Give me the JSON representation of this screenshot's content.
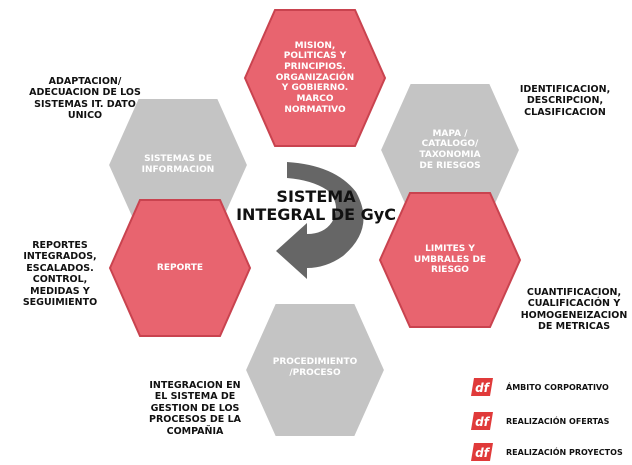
{
  "colors": {
    "red": "#E8646F",
    "red_border": "#C9434F",
    "gray": "#C4C4C4",
    "arrow": "#666666",
    "logo": "#E03A3A"
  },
  "center": {
    "title": "SISTEMA\nINTEGRAL DE GyC"
  },
  "hexagons": [
    {
      "id": "mision",
      "color": "red",
      "text": "MISION,\nPOLITICAS Y\nPRINCIPIOS.\nORGANIZACIÓN\nY GOBIERNO.\nMARCO\nNORMATIVO"
    },
    {
      "id": "mapa",
      "color": "gray",
      "text": "MAPA /\nCATALOGO/\nTAXONOMIA\nDE RIESGOS"
    },
    {
      "id": "limites",
      "color": "red",
      "text": "LIMITES Y\nUMBRALES DE\nRIESGO"
    },
    {
      "id": "procedimiento",
      "color": "gray",
      "text": "PROCEDIMIENTO\n/PROCESO"
    },
    {
      "id": "reporte",
      "color": "red",
      "text": "REPORTE"
    },
    {
      "id": "sistemas",
      "color": "gray",
      "text": "SISTEMAS DE\nINFORMACION"
    }
  ],
  "annotations": {
    "adaptacion": "ADAPTACION/\nADECUACION DE LOS\nSISTEMAS IT. DATO\nUNICO",
    "identificacion": "IDENTIFICACION,\nDESCRIPCION,\nCLASIFICACION",
    "reportes": "REPORTES\nINTEGRADOS,\nESCALADOS.\nCONTROL,\nMEDIDAS Y\nSEGUIMIENTO",
    "cuantificacion": "CUANTIFICACION,\nCUALIFICACIÓN  Y\nHOMOGENEIZACION\nDE METRICAS",
    "integracion": "INTEGRACION EN\nEL SISTEMA DE\nGESTION DE LOS\nPROCESOS DE LA\nCOMPAÑIA"
  },
  "legend": [
    {
      "icon": "df-logo-icon",
      "label": "ÁMBITO CORPORATIVO"
    },
    {
      "icon": "df-logo-icon",
      "label": "REALIZACIÓN OFERTAS"
    },
    {
      "icon": "df-logo-icon",
      "label": "REALIZACIÓN PROYECTOS"
    }
  ]
}
